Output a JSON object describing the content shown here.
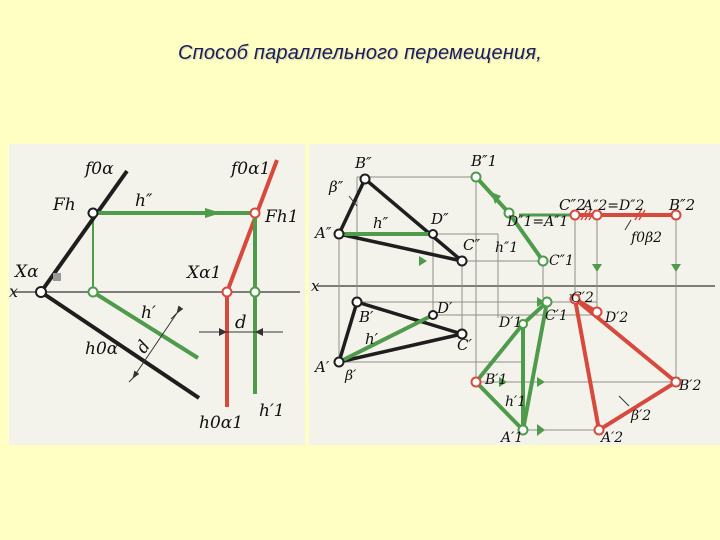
{
  "slide": {
    "title": "Способ параллельного перемещения,",
    "colors": {
      "background": "#FFFFC4",
      "panel": "#F4F3EB",
      "black_line": "#1E1E1E",
      "green_line": "#4E9B4C",
      "red_line": "#D8493D",
      "thin_line": "#8A8F8A"
    }
  },
  "left_figure": {
    "labels": {
      "f0a": "f0α",
      "f0a1": "f0α1",
      "Fh": "Fh",
      "hpp": "h″",
      "Fh1": "Fh1",
      "x": "x",
      "Xa": "Xα",
      "Xa1": "Xα1",
      "hp": "h′",
      "d_slanted": "d",
      "d_horizontal": "d",
      "h0a": "h0α",
      "h0a1": "h0α1",
      "h1p": "h′1"
    }
  },
  "right_figure": {
    "labels": {
      "Bpp": "B″",
      "B1pp": "B″1",
      "beta_pp": "β″",
      "App": "A″",
      "hpp": "h″",
      "Dpp": "D″",
      "D1pp_A1pp": "D″1=A″1",
      "C2pp": "C″2",
      "A2pp_D2pp": "A″2=D″2",
      "B2pp": "B″2",
      "Cpp": "C″",
      "h1pp": "h″1",
      "C1pp": "C″1",
      "f0b2": "f0β2",
      "x": "x",
      "Bp": "B′",
      "Dp": "D′",
      "D1p": "D′1",
      "C2p": "C′2",
      "C1p": "C′1",
      "D2p": "D′2",
      "hp": "h′",
      "Cp": "C′",
      "Ap": "A′",
      "beta_p": "β′",
      "B1p": "B′1",
      "B2p": "B′2",
      "h1p": "h′1",
      "beta2_p": "β′2",
      "A1p": "A′1",
      "A2p": "A′2"
    }
  }
}
